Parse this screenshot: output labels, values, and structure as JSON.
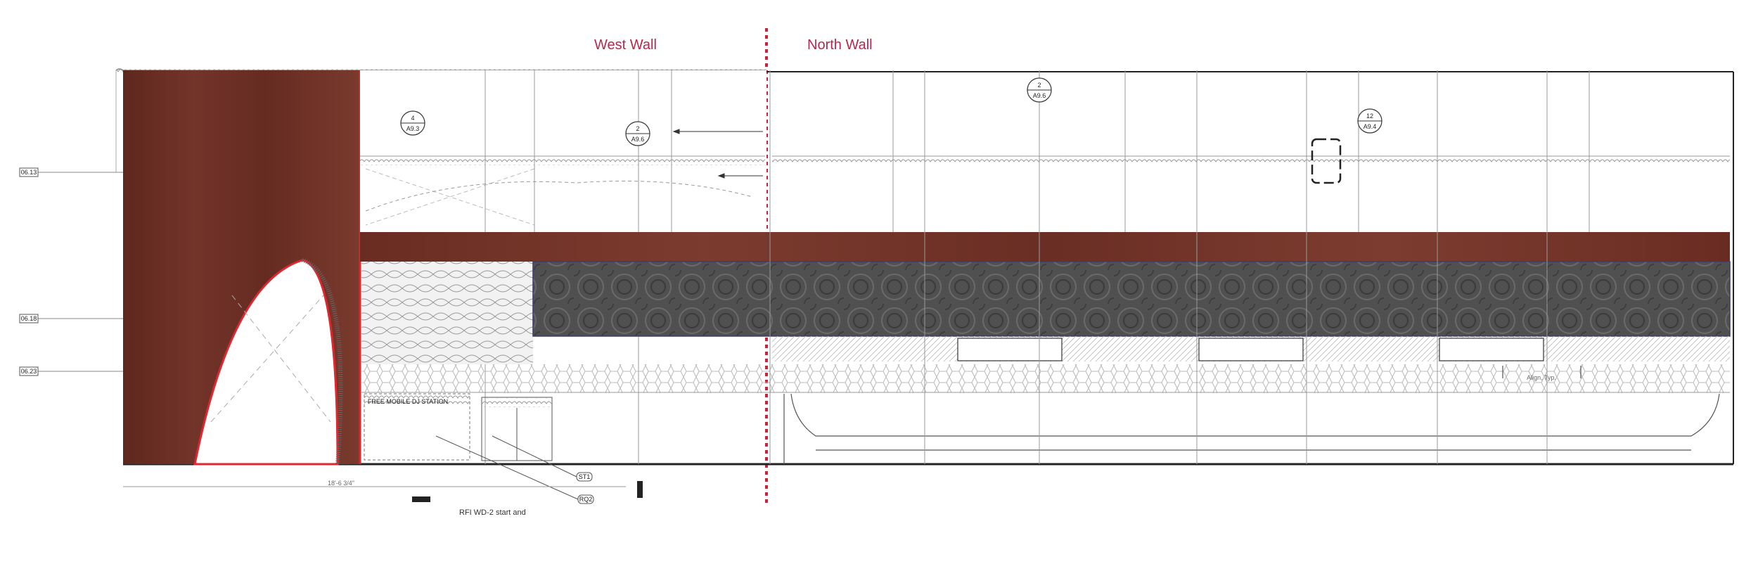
{
  "titles": {
    "west_wall": "West Wall",
    "north_wall": "North Wall"
  },
  "level_tags": [
    "06.13",
    "06.18",
    "06.23"
  ],
  "section_callouts": [
    {
      "num": "4",
      "sheet": "A9.3"
    },
    {
      "num": "2",
      "sheet": "A9.6"
    },
    {
      "num": "2",
      "sheet": "A9.6"
    },
    {
      "num": "12",
      "sheet": "A9.4"
    }
  ],
  "labels": {
    "dj_station": "FREE MOBILE DJ STATION",
    "align_note": "Align, Typ.",
    "rfi_note": "RFI WD-2 start and",
    "dimension": "18'-6 3/4\""
  },
  "material_tags": [
    "ST1",
    "RQ2"
  ],
  "colors": {
    "title_red": "#b5284f",
    "wood": "#6b2c22",
    "panel_dark": "#4a4a4a",
    "outline_red": "#e0262e"
  }
}
